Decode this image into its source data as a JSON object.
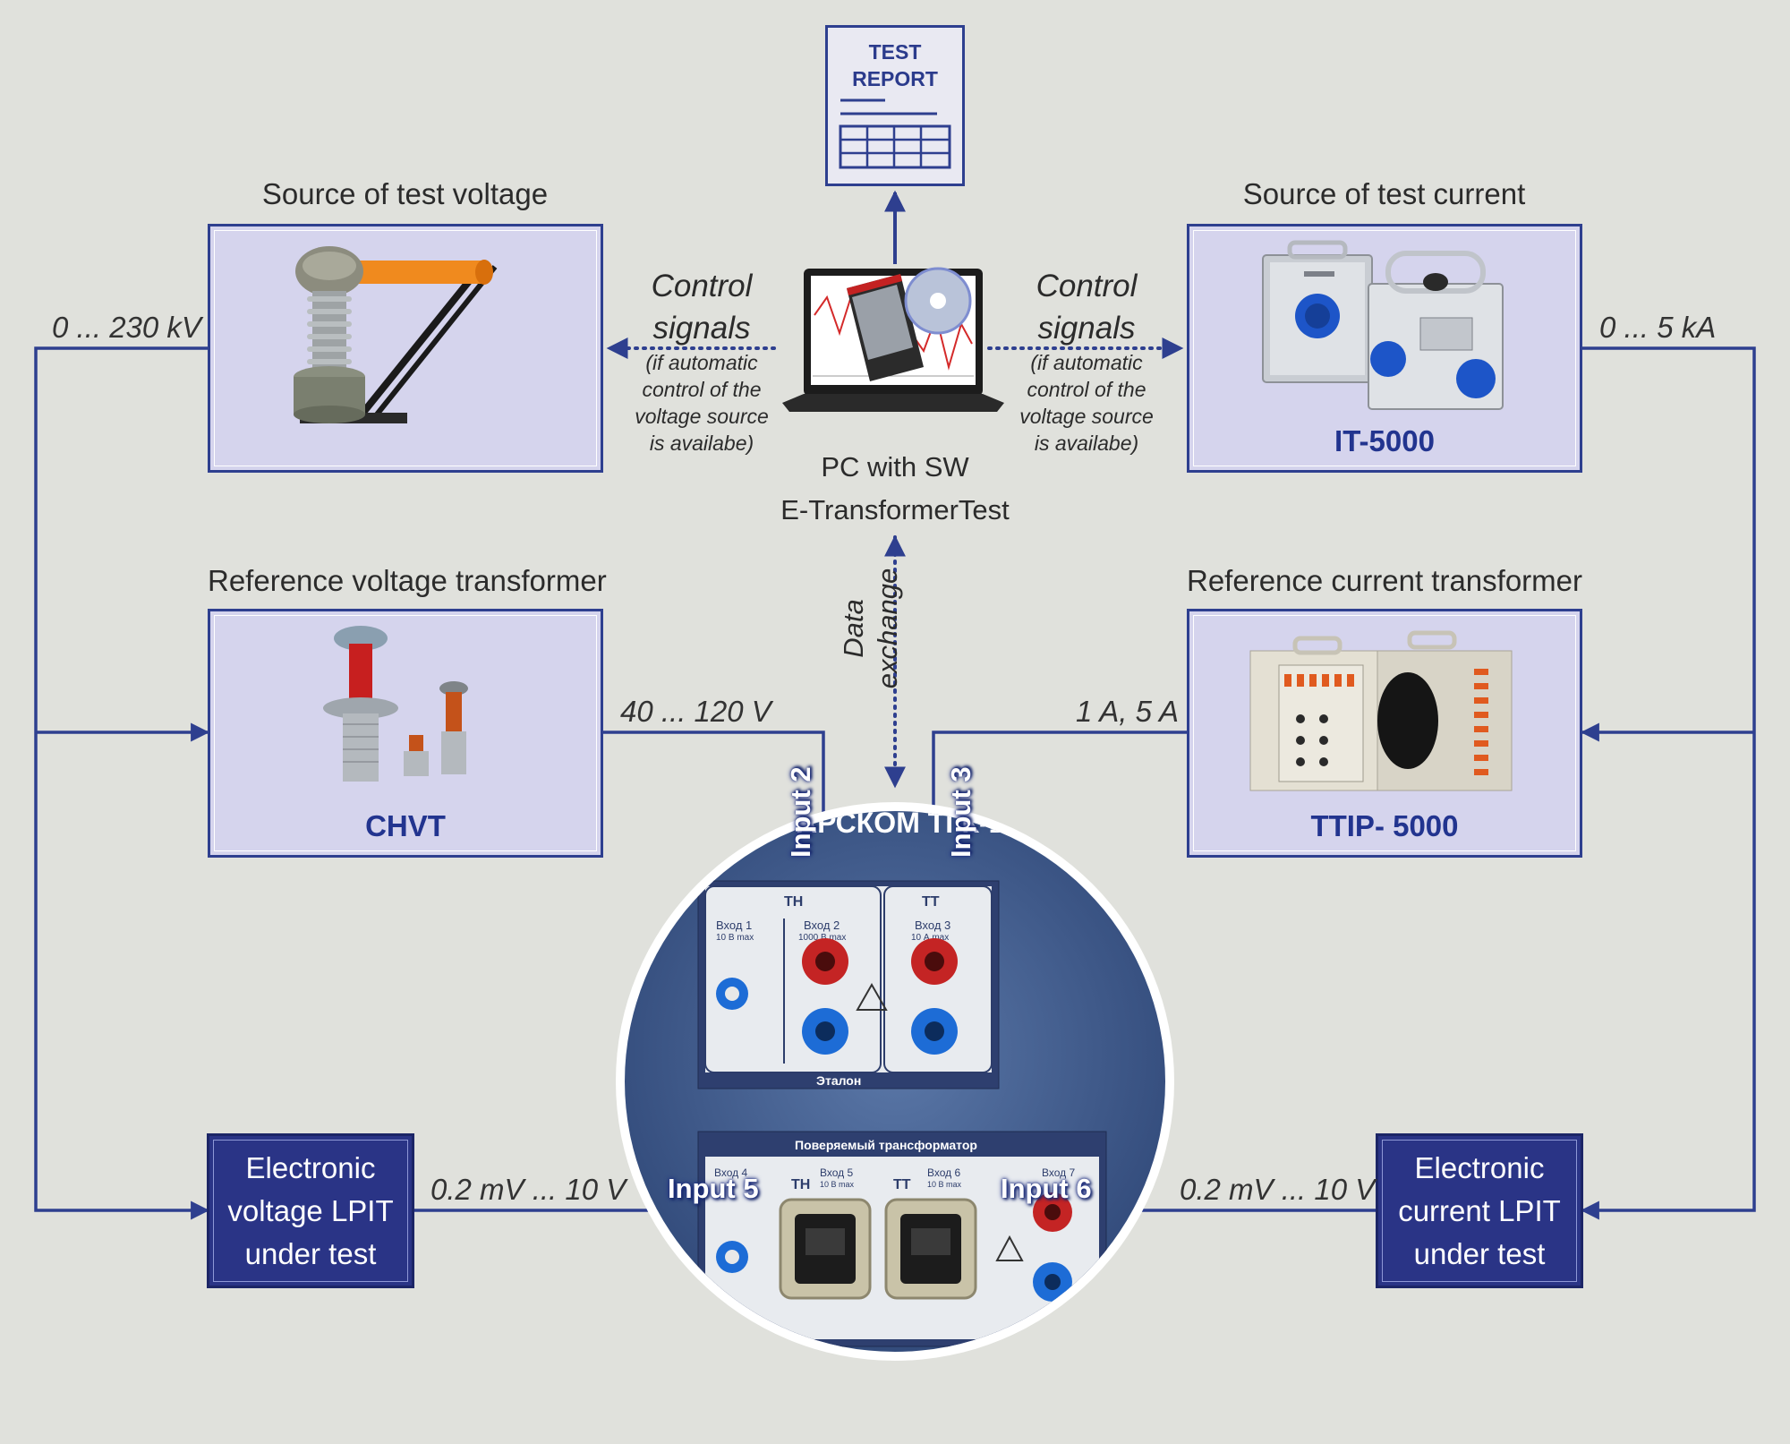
{
  "report": {
    "line1": "TEST",
    "line2": "REPORT"
  },
  "voltage_source": {
    "caption": "Source of test voltage",
    "range": "0 ... 230 kV"
  },
  "current_source": {
    "caption": "Source of test current",
    "name": "IT-5000",
    "range": "0 ... 5 kA"
  },
  "pc": {
    "line1": "PC with SW",
    "line2": "E-TransformerTest"
  },
  "control_left": {
    "line1": "Control",
    "line2": "signals",
    "note1": "(if automatic",
    "note2": "control of the",
    "note3": "voltage source",
    "note4": "is availabe)"
  },
  "control_right": {
    "line1": "Control",
    "line2": "signals",
    "note1": "(if automatic",
    "note2": "control of the",
    "note3": "voltage source",
    "note4": "is availabe)"
  },
  "data_exchange": {
    "line1": "Data",
    "line2": "exchange"
  },
  "ref_voltage": {
    "caption": "Reference voltage transformer",
    "name": "CHVT",
    "range": "40 ... 120 V"
  },
  "ref_current": {
    "caption": "Reference current transformer",
    "name": "TTIP- 5000",
    "range": "1 A, 5 A"
  },
  "lpit_voltage": {
    "line1": "Electronic",
    "line2": "voltage LPIT",
    "line3": "under test",
    "range": "0.2 mV ... 10 V"
  },
  "lpit_current": {
    "line1": "Electronic",
    "line2": "current LPIT",
    "line3": "under test",
    "range": "0.2 mV ... 10 V"
  },
  "inputs": {
    "input2": "Input 2",
    "input3": "Input 3",
    "input5": "Input 5",
    "input6": "Input 6"
  },
  "panel": {
    "brand": "АРСКОМ ТГК-1",
    "group_th": "ТН",
    "group_tt": "ТТ",
    "in1": "Вход 1",
    "in1_max": "10 В max",
    "in2": "Вход 2",
    "in2_max": "1000 В max",
    "in3": "Вход 3",
    "in3_max": "10 А max",
    "etalon": "Эталон",
    "tested": "Поверяемый трансформатор",
    "in4": "Вход 4",
    "th2": "ТН",
    "in5": "Вход 5",
    "in5_max": "10 В max",
    "tt2": "ТТ",
    "in6": "Вход 6",
    "in6_max": "10 В max",
    "in7": "Вход 7"
  },
  "colors": {
    "background": "#e0e1dc",
    "line": "#2e3f8f",
    "box_fill": "#d5d4ed",
    "dark_box": "#2a3486",
    "device_name": "#22348f"
  }
}
